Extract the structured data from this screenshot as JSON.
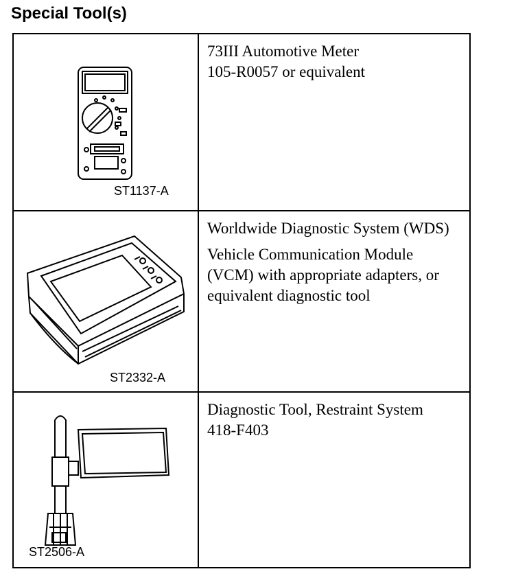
{
  "heading": "Special Tool(s)",
  "tools": [
    {
      "caption": "ST1137-A",
      "icon": "multimeter-icon",
      "description": [
        "73III Automotive Meter\n105-R0057 or equivalent"
      ]
    },
    {
      "caption": "ST2332-A",
      "icon": "diagnostic-tablet-icon",
      "description": [
        "Worldwide Diagnostic System (WDS)",
        "Vehicle Communication Module (VCM) with appropriate adapters, or equivalent diagnostic tool"
      ]
    },
    {
      "caption": "ST2506-A",
      "icon": "restraint-diagnostic-tool-icon",
      "description": [
        "Diagnostic Tool, Restraint System\n418-F403"
      ]
    }
  ]
}
